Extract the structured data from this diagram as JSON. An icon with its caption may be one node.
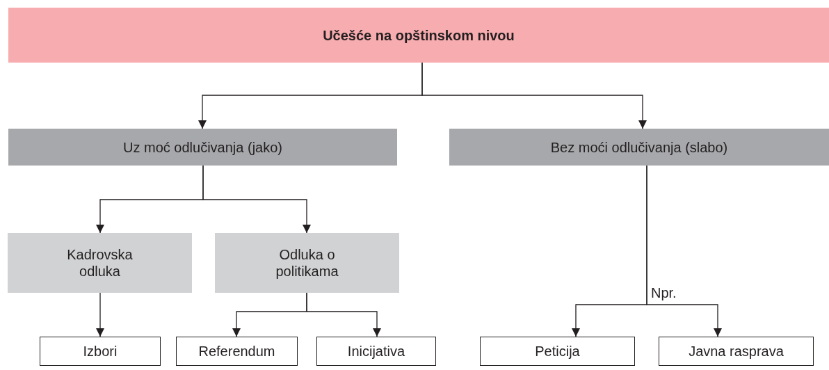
{
  "diagram": {
    "nodes": [
      {
        "text": [
          "Učešće na opštinskom nivou"
        ]
      },
      {
        "text": [
          "Uz moć odlučivanja (jako)"
        ]
      },
      {
        "text": [
          "Bez moći odlučivanja (slabo)"
        ]
      },
      {
        "text": [
          "Kadrovska odluka"
        ]
      },
      {
        "text": [
          "Odluka o politikama"
        ]
      },
      {
        "text": [
          "Izbori"
        ]
      },
      {
        "text": [
          "Referendum"
        ]
      },
      {
        "text": [
          "Inicijativa"
        ]
      },
      {
        "text": [
          "Peticija"
        ]
      },
      {
        "text": [
          "Javna rasprava"
        ]
      }
    ],
    "edges": [
      {
        "from": 0,
        "to": 1,
        "arrow": "to"
      },
      {
        "from": 0,
        "to": 2,
        "arrow": "to"
      },
      {
        "from": 1,
        "to": 3,
        "arrow": "to"
      },
      {
        "from": 1,
        "to": 4,
        "arrow": "to"
      },
      {
        "from": 3,
        "to": 5,
        "arrow": "to"
      },
      {
        "from": 4,
        "to": 6,
        "arrow": "to"
      },
      {
        "from": 4,
        "to": 7,
        "arrow": "to"
      },
      {
        "from": 2,
        "to": 8,
        "arrow": "to",
        "label": "Npr."
      },
      {
        "from": 2,
        "to": 9,
        "arrow": "to"
      }
    ]
  }
}
